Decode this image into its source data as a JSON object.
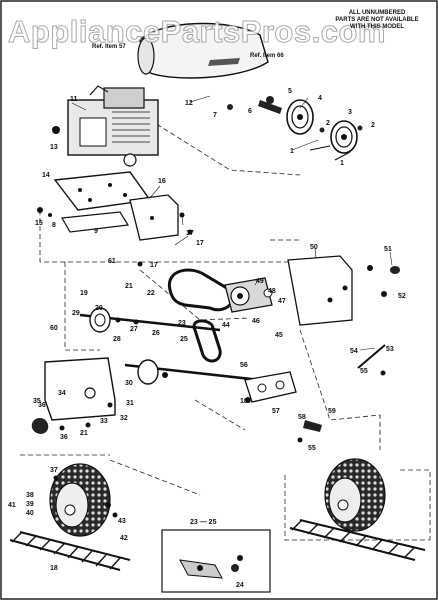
{
  "watermark": "AppliancePartsPros.com",
  "header_note": [
    "ALL UNNUMBERED",
    "PARTS ARE NOT AVAILABLE",
    "WITH THIS MODEL"
  ],
  "ref_labels": [
    "Ref. Item 57",
    "Ref. Item 66"
  ],
  "inset_label": "23 — 25",
  "part_numbers": [
    "1",
    "2",
    "3",
    "4",
    "5",
    "6",
    "7",
    "8",
    "9",
    "10",
    "11",
    "12",
    "13",
    "14",
    "15",
    "16",
    "17",
    "18",
    "19",
    "20",
    "21",
    "22",
    "23",
    "24",
    "25",
    "26",
    "27",
    "28",
    "29",
    "30",
    "31",
    "32",
    "33",
    "34",
    "35",
    "36",
    "37",
    "38",
    "39",
    "40",
    "41",
    "42",
    "43",
    "44",
    "45",
    "46",
    "47",
    "48",
    "49",
    "50",
    "51",
    "52",
    "53",
    "54",
    "55",
    "56",
    "57",
    "58",
    "59",
    "60",
    "61"
  ]
}
